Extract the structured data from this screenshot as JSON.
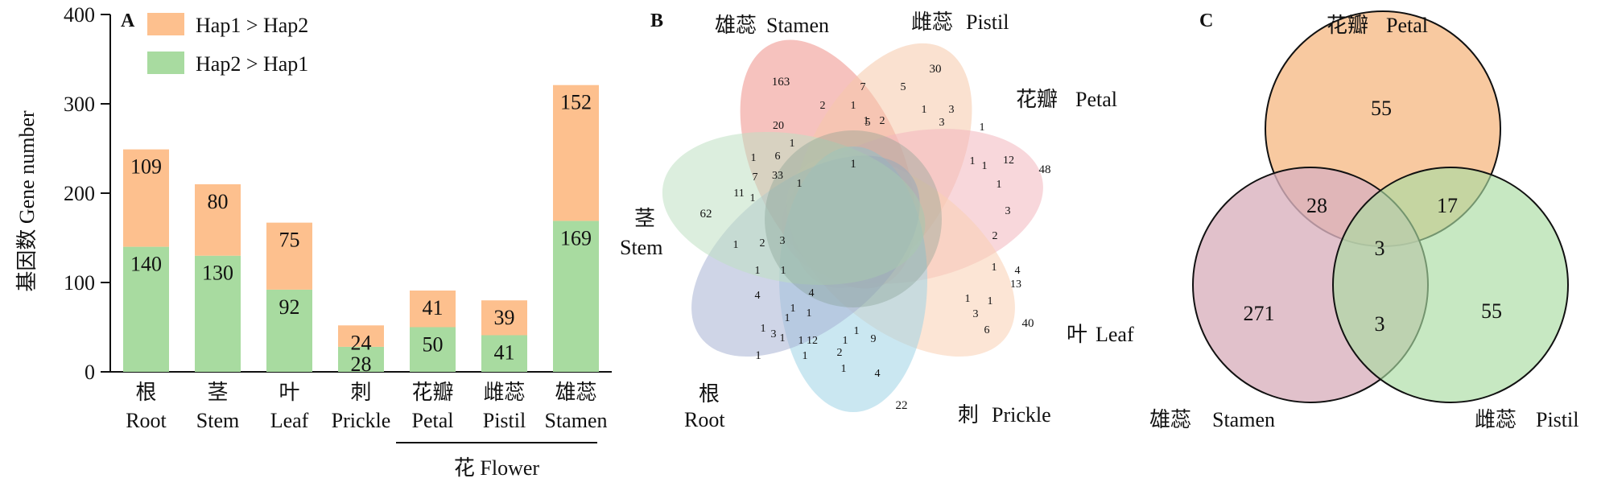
{
  "chart_data": [
    {
      "type": "bar",
      "panel_label": "A",
      "stacked": true,
      "ylabel": "基因数 Gene number",
      "ylim": [
        0,
        400
      ],
      "yticks": [
        0,
        100,
        200,
        300,
        400
      ],
      "categories": [
        {
          "zh": "根",
          "en": "Root"
        },
        {
          "zh": "茎",
          "en": "Stem"
        },
        {
          "zh": "叶",
          "en": "Leaf"
        },
        {
          "zh": "刺",
          "en": "Prickle"
        },
        {
          "zh": "花瓣",
          "en": "Petal"
        },
        {
          "zh": "雌蕊",
          "en": "Pistil"
        },
        {
          "zh": "雄蕊",
          "en": "Stamen"
        }
      ],
      "series": [
        {
          "name": "Hap2 > Hap1",
          "color": "#a8dba0",
          "values": [
            140,
            130,
            92,
            28,
            50,
            41,
            169
          ]
        },
        {
          "name": "Hap1 > Hap2",
          "color": "#fdc08e",
          "values": [
            109,
            80,
            75,
            24,
            41,
            39,
            152
          ]
        }
      ],
      "group_label": "花 Flower",
      "grid": false,
      "legend": "top-left"
    },
    {
      "type": "flower-venn",
      "panel_label": "B",
      "sets": [
        {
          "zh": "雄蕊",
          "en": "Stamen",
          "color": "#ee8f88",
          "unique": 163
        },
        {
          "zh": "雌蕊",
          "en": "Pistil",
          "color": "#f6c9a9",
          "unique": 30
        },
        {
          "zh": "花瓣",
          "en": "Petal",
          "color": "#f3b6bd",
          "unique": 48
        },
        {
          "zh": "叶",
          "en": "Leaf",
          "color": "#f9cfb2",
          "unique": 40
        },
        {
          "zh": "刺",
          "en": "Prickle",
          "color": "#9ed3e6",
          "unique": 22
        },
        {
          "zh": "根",
          "en": "Root",
          "color": "#a7b3d4",
          "unique": 1
        },
        {
          "zh": "茎",
          "en": "Stem",
          "color": "#bfe0c2",
          "unique": 62
        }
      ],
      "center_value": 1,
      "intersection_values": [
        "7",
        "5",
        "2",
        "1",
        "1",
        "2",
        "1",
        "3",
        "5",
        "1",
        "3",
        "20",
        "1",
        "1",
        "6",
        "7",
        "33",
        "1",
        "11",
        "1",
        "1",
        "1",
        "12",
        "1",
        "3",
        "2",
        "1",
        "2",
        "3",
        "1",
        "1",
        "1",
        "1",
        "4",
        "1",
        "3",
        "6",
        "13",
        "4",
        "1",
        "1",
        "4",
        "1",
        "1",
        "12",
        "1",
        "1",
        "9",
        "2",
        "1",
        "1",
        "1",
        "3",
        "1",
        "4"
      ]
    },
    {
      "type": "venn",
      "panel_label": "C",
      "sets": [
        {
          "zh": "花瓣",
          "en": "Petal",
          "color": "#f7c08f"
        },
        {
          "zh": "雄蕊",
          "en": "Stamen",
          "color": "#d9b1be"
        },
        {
          "zh": "雌蕊",
          "en": "Pistil",
          "color": "#a9dba1"
        }
      ],
      "regions": {
        "petal_only": 55,
        "stamen_only": 271,
        "pistil_only": 55,
        "petal_stamen": 28,
        "petal_pistil": 17,
        "stamen_pistil": 3,
        "all": 3
      }
    }
  ]
}
